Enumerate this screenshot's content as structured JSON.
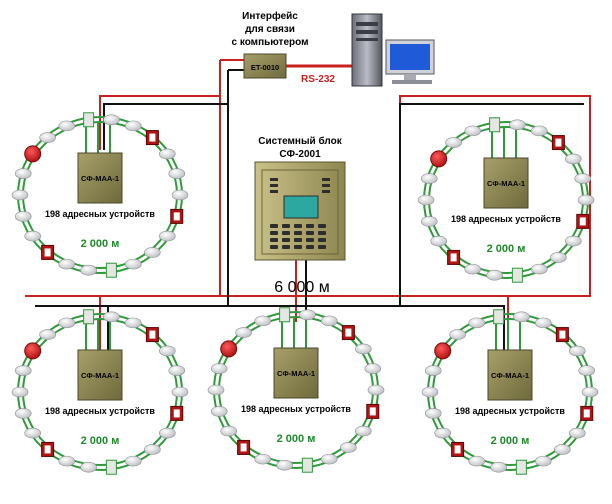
{
  "interface": {
    "caption_line1": "Интерфейс",
    "caption_line2": "для связи",
    "caption_line3": "с компьютером",
    "device_label": "ET-0010",
    "link_label": "RS-232"
  },
  "system_unit": {
    "caption_line1": "Системный блок",
    "caption_line2": "СФ-2001",
    "distance_label": "6 000 м"
  },
  "loops": [
    {
      "module_label": "СФ-МАА-1",
      "devices_label": "198 адресных устройств",
      "length_label": "2 000 м"
    },
    {
      "module_label": "СФ-МАА-1",
      "devices_label": "198 адресных устройств",
      "length_label": "2 000 м"
    },
    {
      "module_label": "СФ-МАА-1",
      "devices_label": "198 адресных устройств",
      "length_label": "2 000 м"
    },
    {
      "module_label": "СФ-МАА-1",
      "devices_label": "198 адресных устройств",
      "length_label": "2 000 м"
    },
    {
      "module_label": "СФ-МАА-1",
      "devices_label": "198 адресных устройств",
      "length_label": "2 000 м"
    }
  ],
  "colors": {
    "bus_red": "#c8201f",
    "bus_black": "#111111",
    "loop_green": "#2f9a3a",
    "module_fill": "#8a8450",
    "length_green": "#1e8a2a",
    "rs232_red": "#c8201f"
  }
}
